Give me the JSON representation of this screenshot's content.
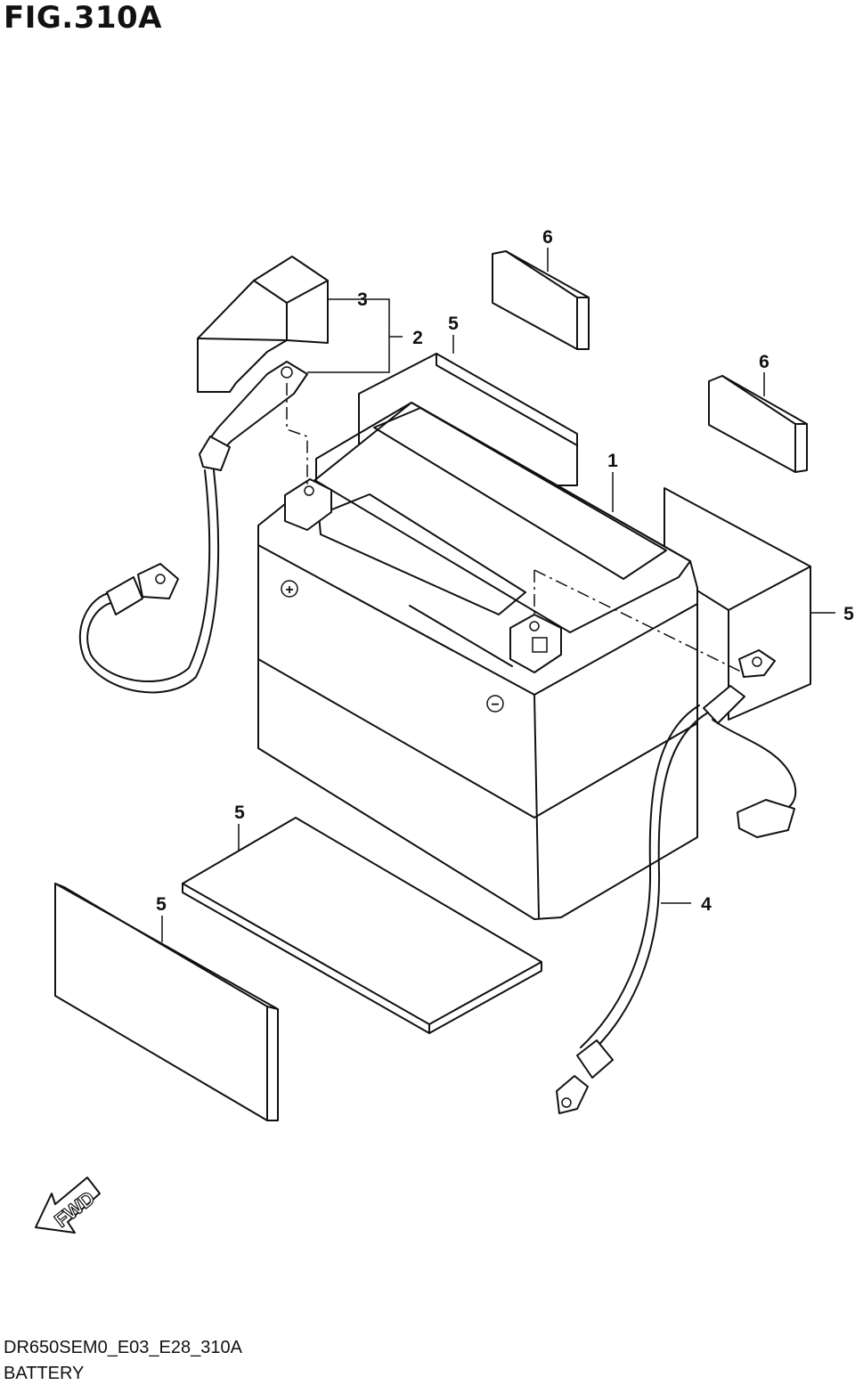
{
  "figure": {
    "title": "FIG.310A",
    "code": "DR650SEM0_E03_E28_310A",
    "caption": "BATTERY"
  },
  "callouts": {
    "c1": "1",
    "c2": "2",
    "c3": "3",
    "c4": "4",
    "c5a": "5",
    "c5b": "5",
    "c5c": "5",
    "c5d": "5",
    "c6a": "6",
    "c6b": "6"
  },
  "terminal_marks": {
    "positive": "+",
    "negative": "−"
  },
  "direction_marker": {
    "label": "FWD"
  }
}
